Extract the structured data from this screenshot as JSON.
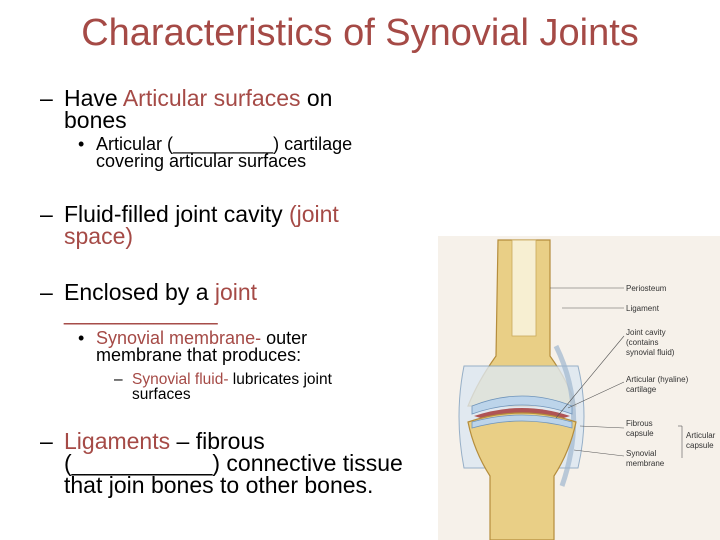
{
  "title": "Characteristics of Synovial Joints",
  "bullets": {
    "b1": {
      "pre": "Have ",
      "hl": "Articular surfaces",
      "post": " on",
      "line2": "bones"
    },
    "b1a": {
      "line1": "Articular (__________) cartilage",
      "line2": "covering articular surfaces"
    },
    "b2": {
      "pre": "Fluid-filled joint cavity ",
      "hl": "(joint",
      "line2": "space)"
    },
    "b3": {
      "pre": "Enclosed by a ",
      "hl": "joint",
      "line2": "____________"
    },
    "b3a": {
      "hl": "Synovial membrane-",
      "post": " outer",
      "line2": "membrane that produces:"
    },
    "b3a1": {
      "hl": "Synovial fluid-",
      "post": " lubricates joint",
      "line2": "surfaces"
    },
    "b4": {
      "hl": "Ligaments",
      "post": " – fibrous",
      "line2": "(___________) connective tissue",
      "line3": "that join bones to other bones."
    }
  },
  "figure": {
    "labels": {
      "periosteum": "Periosteum",
      "ligament": "Ligament",
      "joint_cavity_1": "Joint cavity",
      "joint_cavity_2": "(contains",
      "joint_cavity_3": "synovial fluid)",
      "articular_cart_1": "Articular (hyaline)",
      "articular_cart_2": "cartilage",
      "fibrous_1": "Fibrous",
      "fibrous_2": "capsule",
      "synovial_1": "Synovial",
      "synovial_2": "membrane",
      "articular_capsule_1": "Articular",
      "articular_capsule_2": "capsule"
    }
  }
}
